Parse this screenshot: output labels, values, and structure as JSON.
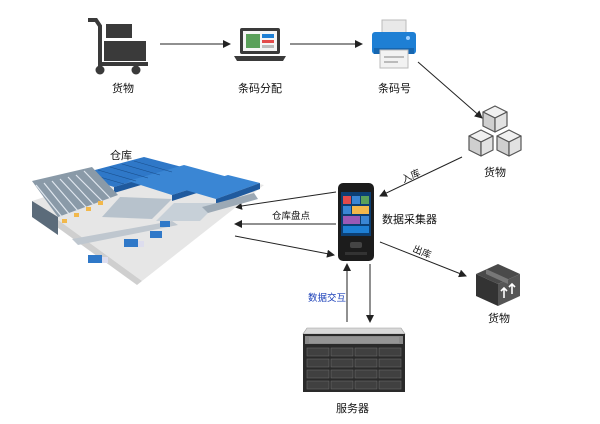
{
  "nodes": {
    "cargo_in": "货物",
    "barcode_assign": "条码分配",
    "barcode_no": "条码号",
    "cargo_right_top": "货物",
    "warehouse": "仓库",
    "collector": "数据采集器",
    "cargo_right_bottom": "货物",
    "server": "服务器"
  },
  "edges": {
    "inbound": "入库",
    "inventory": "仓库盘点",
    "outbound": "出库",
    "data_exchange": "数据交互"
  },
  "colors": {
    "icon_dark": "#3a3a3a",
    "printer_blue": "#1e7fd4",
    "cube_gray": "#cfcfcf",
    "warehouse_blue": "#2f78c8",
    "arrow": "#222222",
    "data_label": "#1a3fb8"
  },
  "icons": [
    "cart-icon",
    "laptop-icon",
    "printer-icon",
    "cube-stack-icon",
    "package-icon",
    "warehouse-illustration",
    "handheld-scanner",
    "rack-server"
  ]
}
